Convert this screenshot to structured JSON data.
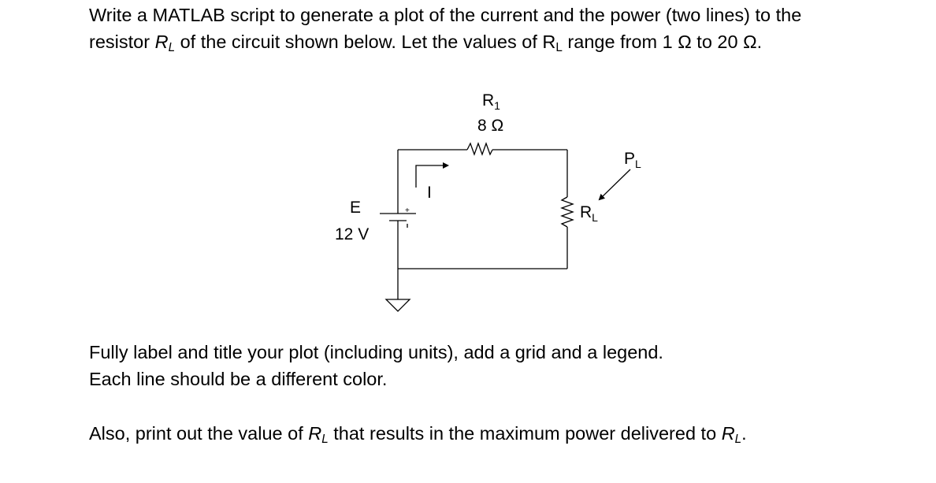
{
  "intro": {
    "line1": "Write a MATLAB script to generate a plot of the current and the power (two lines) to the",
    "line2_start": "resistor ",
    "rl_main": "R",
    "rl_sub": "L",
    "line2_mid": " of the circuit shown below.  Let the values of ",
    "line2_end": " range from 1 Ω to 20 Ω."
  },
  "circuit": {
    "r1_main": "R",
    "r1_sub": "1",
    "r1_value": "8 Ω",
    "e_label": "E",
    "e_value": "12 V",
    "current_label": "I",
    "plus_sign": "+",
    "rl_main": "R",
    "rl_sub": "L",
    "pl_main": "P",
    "pl_sub": "L"
  },
  "instructions": {
    "line1": "Fully label and title your plot (including units), add a grid and a legend.",
    "line2": "Each line should be a different color."
  },
  "maxline": {
    "start": "Also, print out the value of ",
    "mid": " that results in the maximum power delivered to ",
    "end": "."
  }
}
